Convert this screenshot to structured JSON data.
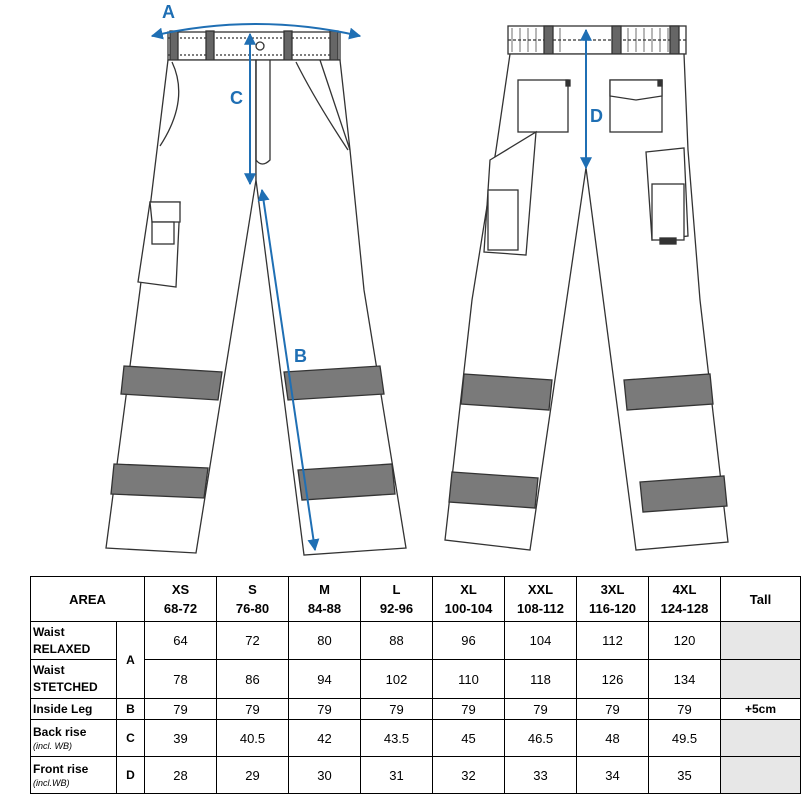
{
  "figure": {
    "labels": [
      "A",
      "B",
      "C",
      "D"
    ],
    "colors": {
      "measure": "#1f6fb4",
      "reflective_band": "#7a7a7a",
      "outline": "#333333"
    },
    "icons": [
      "pants-front-drawing",
      "pants-back-drawing"
    ]
  },
  "table": {
    "area_header": "AREA",
    "tall_header": "Tall",
    "sizes": [
      {
        "label": "XS",
        "range": "68-72"
      },
      {
        "label": "S",
        "range": "76-80"
      },
      {
        "label": "M",
        "range": "84-88"
      },
      {
        "label": "L",
        "range": "92-96"
      },
      {
        "label": "XL",
        "range": "100-104"
      },
      {
        "label": "XXL",
        "range": "108-112"
      },
      {
        "label": "3XL",
        "range": "116-120"
      },
      {
        "label": "4XL",
        "range": "124-128"
      }
    ],
    "rows": [
      {
        "label": "Waist RELAXED",
        "sub": "",
        "code": "A",
        "values": [
          "64",
          "72",
          "80",
          "88",
          "96",
          "104",
          "112",
          "120"
        ],
        "tall": ""
      },
      {
        "label": "Waist STETCHED",
        "sub": "",
        "code": "",
        "values": [
          "78",
          "86",
          "94",
          "102",
          "110",
          "118",
          "126",
          "134"
        ],
        "tall": ""
      },
      {
        "label": "Inside Leg",
        "sub": "",
        "code": "B",
        "values": [
          "79",
          "79",
          "79",
          "79",
          "79",
          "79",
          "79",
          "79"
        ],
        "tall": "+5cm"
      },
      {
        "label": "Back rise",
        "sub": "(incl. WB)",
        "code": "C",
        "values": [
          "39",
          "40.5",
          "42",
          "43.5",
          "45",
          "46.5",
          "48",
          "49.5"
        ],
        "tall": ""
      },
      {
        "label": "Front rise",
        "sub": "(incl.WB)",
        "code": "D",
        "values": [
          "28",
          "29",
          "30",
          "31",
          "32",
          "33",
          "34",
          "35"
        ],
        "tall": ""
      }
    ]
  }
}
